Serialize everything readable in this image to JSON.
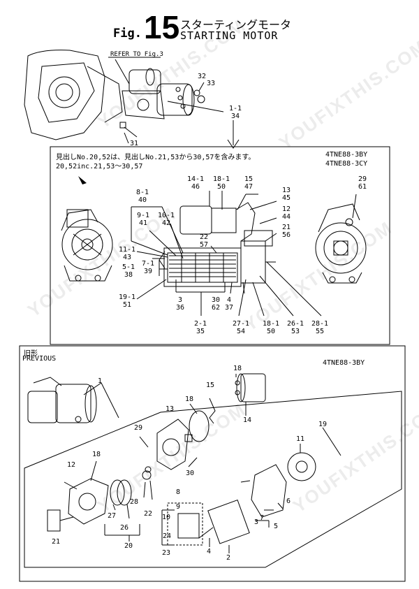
{
  "header": {
    "fig_prefix": "Fig.",
    "fig_number": "15",
    "title_jp": "スターティングモータ",
    "title_en": "STARTING MOTOR"
  },
  "top": {
    "refer": "REFER TO Fig.3",
    "p32": "32",
    "p33": "33",
    "p31": "31",
    "p1_1": "1-1",
    "p34": "34"
  },
  "box1": {
    "note_line1": "見出しNo.20,52は、見出しNo.21,53から30,57を含みます。",
    "note_line2": "20,52inc.21,53～30,57",
    "model1": "4TNE88-3BY",
    "model2": "4TNE88-3CY",
    "labels": [
      {
        "k": "l14_1",
        "t": "14-1\n46"
      },
      {
        "k": "l18_1a",
        "t": "18-1\n50"
      },
      {
        "k": "l15",
        "t": "15\n47"
      },
      {
        "k": "l13",
        "t": "13\n45"
      },
      {
        "k": "l12",
        "t": "12\n44"
      },
      {
        "k": "l21",
        "t": "21\n56"
      },
      {
        "k": "l29",
        "t": "29\n61"
      },
      {
        "k": "l8_1",
        "t": "8-1\n40"
      },
      {
        "k": "l9_1",
        "t": "9-1\n41"
      },
      {
        "k": "l10_1",
        "t": "10-1\n42"
      },
      {
        "k": "l22",
        "t": "22\n57"
      },
      {
        "k": "l11_1",
        "t": "11-1\n43"
      },
      {
        "k": "l7_1",
        "t": "7-1\n39"
      },
      {
        "k": "l5_1",
        "t": "5-1\n38"
      },
      {
        "k": "l19_1",
        "t": "19-1\n51"
      },
      {
        "k": "l3",
        "t": "3\n36"
      },
      {
        "k": "l30",
        "t": "30\n62"
      },
      {
        "k": "l4",
        "t": "4\n37"
      },
      {
        "k": "l2_1",
        "t": "2-1\n35"
      },
      {
        "k": "l27_1",
        "t": "27-1\n54"
      },
      {
        "k": "l18_1b",
        "t": "18-1\n50"
      },
      {
        "k": "l26_1",
        "t": "26-1\n53"
      },
      {
        "k": "l28_1",
        "t": "28-1\n55"
      }
    ]
  },
  "box2": {
    "prev_jp": "旧形",
    "prev_en": "PREVIOUS",
    "model": "4TNE88-3BY",
    "nums": [
      "1",
      "18",
      "15",
      "13",
      "18",
      "14",
      "29",
      "19",
      "11",
      "30",
      "12",
      "18",
      "8",
      "9",
      "10",
      "28",
      "22",
      "27",
      "26",
      "21",
      "20",
      "24",
      "23",
      "7",
      "6",
      "3",
      "5",
      "4",
      "2"
    ]
  },
  "watermark": "YOUFIXTHIS.COM"
}
